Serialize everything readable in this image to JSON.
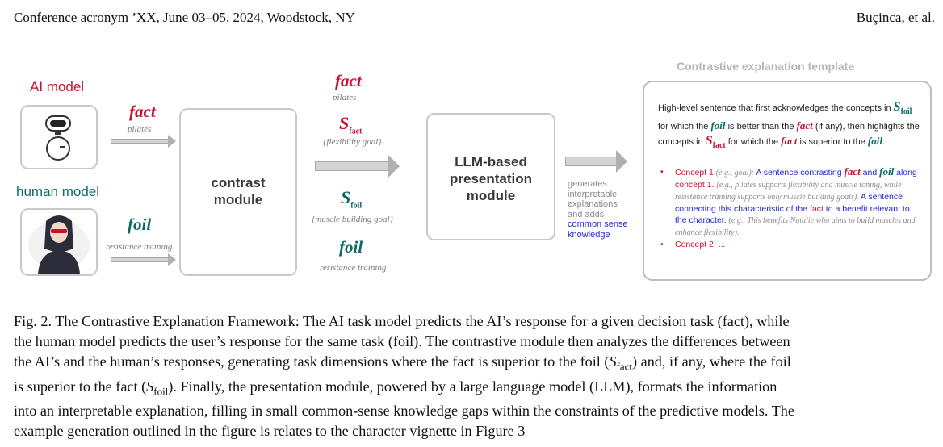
{
  "header": {
    "left": "Conference acronym ’XX, June 03–05, 2024, Woodstock, NY",
    "right": "Buçinca, et al."
  },
  "figure": {
    "ai_model_label": "AI model",
    "human_model_label": "human model",
    "fact_word": "fact",
    "foil_word": "foil",
    "fact_example": "pilates",
    "foil_example": "resistance training",
    "contrast_module": [
      "contrast",
      "module"
    ],
    "s_letter": "S",
    "s_fact_sub": "fact",
    "s_foil_sub": "foil",
    "s_fact_example": "{flexibility goal}",
    "s_foil_example": "{muscle building goal}",
    "llm_module": [
      "LLM-based",
      "presentation",
      "module"
    ],
    "generates_lines": [
      "generates",
      "interpretable",
      "explanations",
      "and adds"
    ],
    "common_sense": [
      "common sense",
      "knowledge"
    ],
    "template_title": "Contrastive explanation template",
    "template": {
      "p1_a": "High-level sentence that first acknowledges the concepts in",
      "p1_b": "for which the",
      "p1_c": "is better than the",
      "p1_d": "(if any), then",
      "p1_e": "highlights the concepts in",
      "p1_f": "for which the",
      "p1_g": "is superior",
      "p1_h": "to the",
      "concept1": "Concept 1",
      "concept1_eg": "(e.g., goal):",
      "c1_text_a": "A sentence contrasting",
      "c1_text_b": "and",
      "c1_text_c": "along",
      "c1_concept": "concept 1.",
      "c1_eg": "(e.g., pilates supports flexibility and muscle toning, while resistance training supports only muscle building goals).",
      "c1_text_d": "A sentence connecting this characteristic of the",
      "c1_text_e": "to a benefit relevant to the character.",
      "c1_eg2": "(e.g., This benefits Natalie who aims to build muscles and enhance flexibility).",
      "concept2": "Concept 2: ..."
    }
  },
  "caption": {
    "p1": "Fig. 2.  The Contrastive Explanation Framework: The AI task model predicts the AI’s response for a given decision task (fact), while",
    "p2": "the human model predicts the user’s response for the same task (foil). The contrastive module then analyzes the differences between",
    "p3a": "the AI’s and the human’s responses, generating task dimensions where the fact is superior to the foil (",
    "p3b": ") and, if any, where the foil",
    "p4a": "is superior to the fact (",
    "p4b": "). Finally, the presentation module, powered by a large language model (LLM), formats the information",
    "p5": "into an interpretable explanation, filling in small common-sense knowledge gaps within the constraints of the predictive models. The",
    "p6": "example generation outlined in the figure is relates to the character vignette in Figure 3",
    "s": "S",
    "fact": "fact",
    "foil": "foil"
  },
  "colors": {
    "fact": "#c8102e",
    "foil": "#0f6a66",
    "blue": "#2525d9"
  }
}
